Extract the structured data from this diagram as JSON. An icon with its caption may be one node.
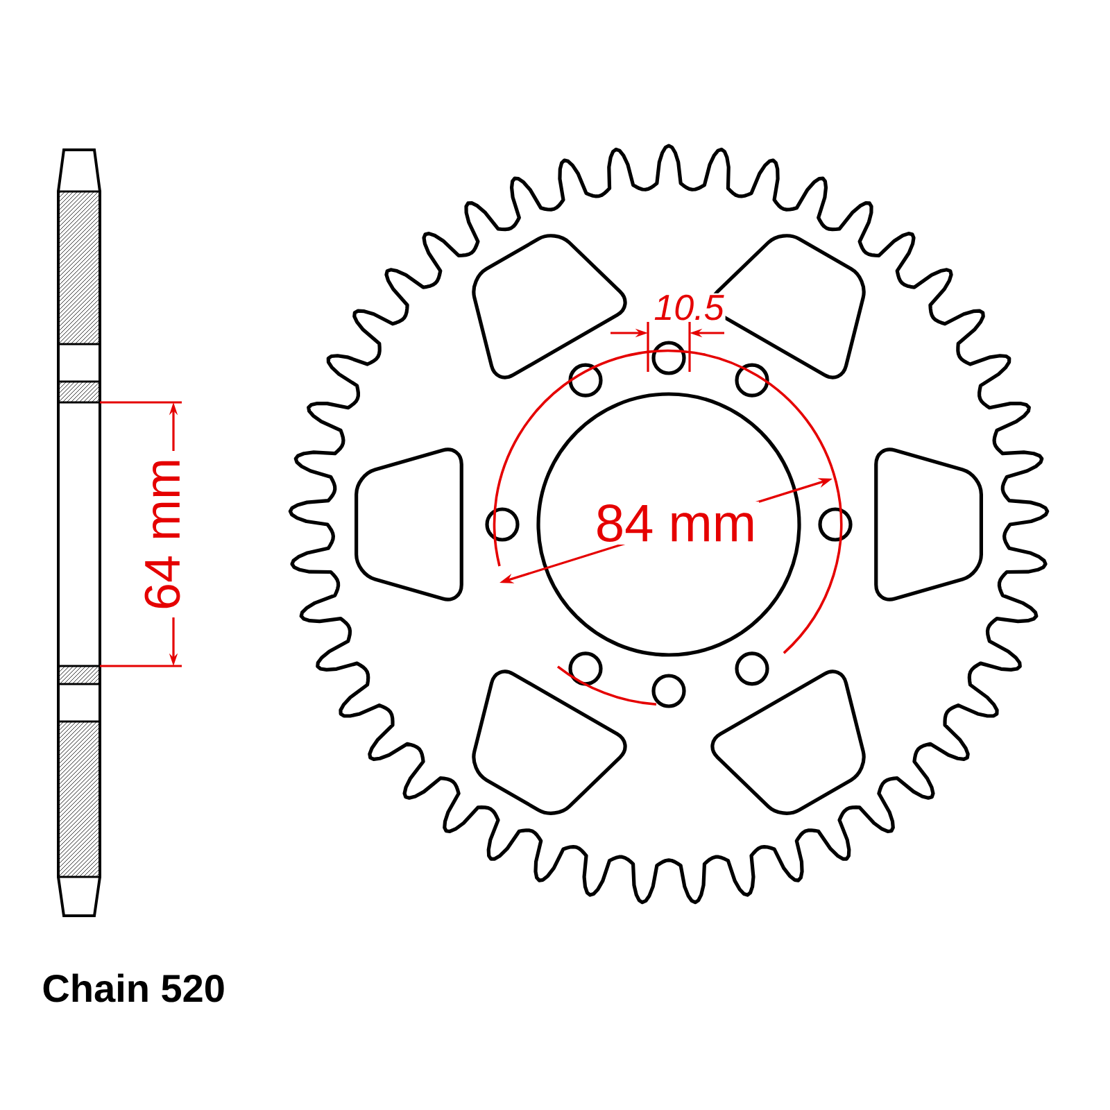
{
  "diagram": {
    "labels": [
      "10.5",
      "84 mm",
      "64 mm",
      "Chain 520"
    ]
  }
}
